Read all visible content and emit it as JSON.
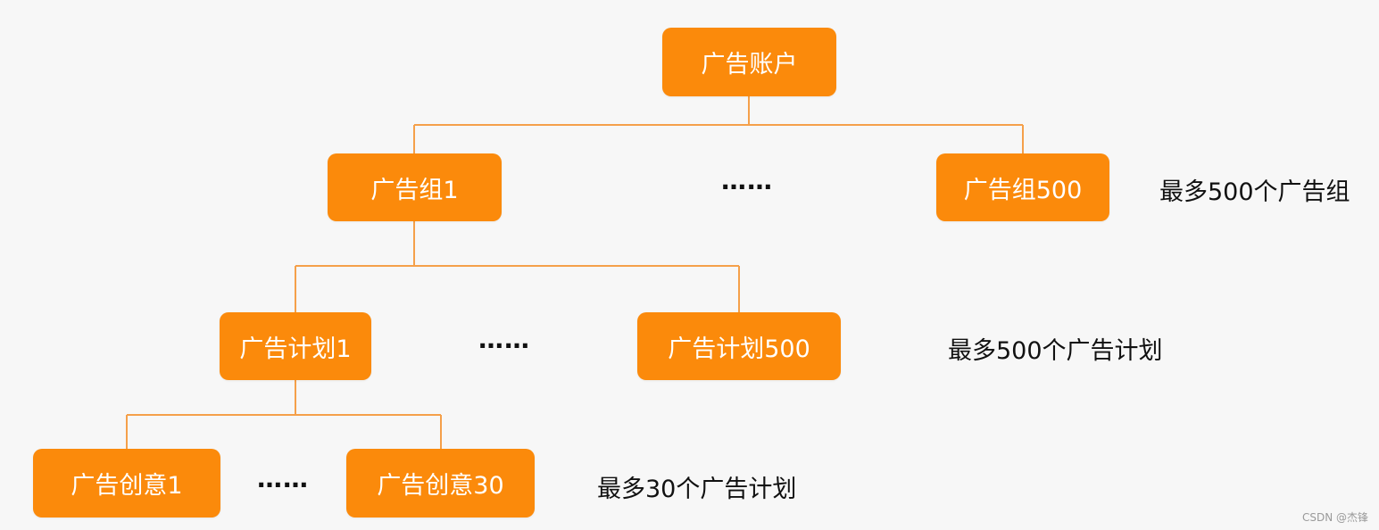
{
  "nodes": {
    "account": "广告账户",
    "group_first": "广告组1",
    "group_last": "广告组500",
    "plan_first": "广告计划1",
    "plan_last": "广告计划500",
    "creative_first": "广告创意1",
    "creative_last": "广告创意30"
  },
  "ellipses": {
    "groups": "……",
    "plans": "……",
    "creatives": "……"
  },
  "notes": {
    "groups": "最多500个广告组",
    "plans": "最多500个广告计划",
    "creatives": "最多30个广告计划"
  },
  "watermark": "CSDN @杰锋",
  "colors": {
    "node_fill": "#fb8a0b",
    "connector": "#f5a04a",
    "node_text": "#ffffff"
  }
}
